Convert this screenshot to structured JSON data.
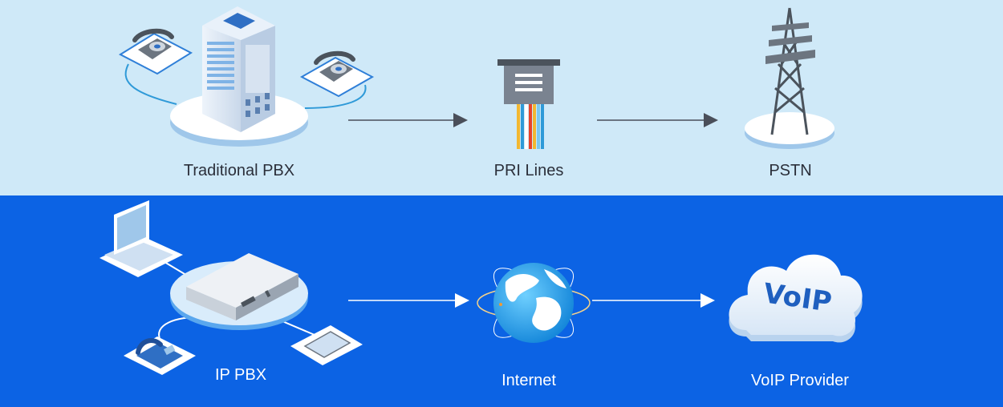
{
  "colors": {
    "top_band": "#cfe9f8",
    "bottom_band": "#0c63e4",
    "arrow_top": "#4a4f5a",
    "arrow_bottom": "#ffffff",
    "platform": "#ffffff",
    "platform_shadow": "#9fc7ea"
  },
  "top_row": {
    "pbx_label": "Traditional PBX",
    "pri_label": "PRI Lines",
    "pstn_label": "PSTN"
  },
  "bottom_row": {
    "ippbx_label": "IP PBX",
    "internet_label": "Internet",
    "voip_label": "VoIP Provider",
    "cloud_text": "VoIP"
  },
  "icons": [
    "rotary-phone-icon",
    "office-building-icon",
    "pri-cable-box-icon",
    "transmission-tower-icon",
    "laptop-icon",
    "pbx-server-icon",
    "desk-phone-icon",
    "tablet-icon",
    "globe-icon",
    "cloud-icon"
  ]
}
